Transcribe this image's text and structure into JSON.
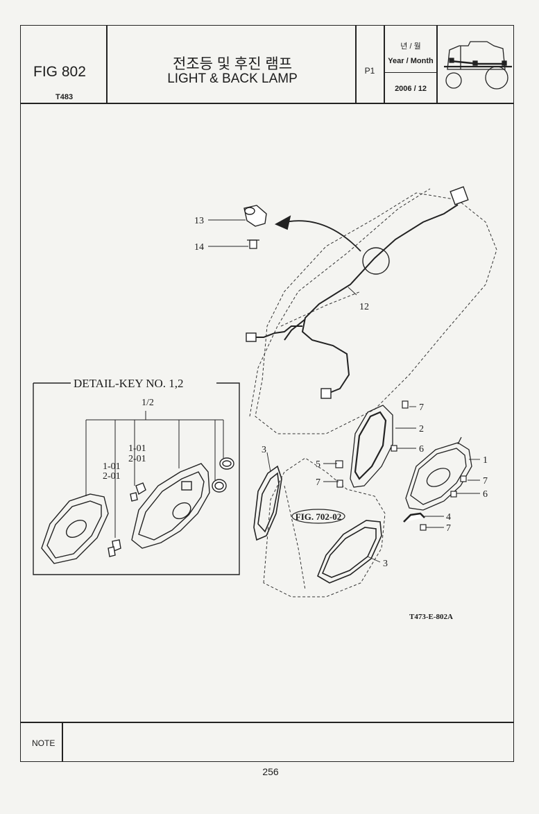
{
  "header": {
    "fig_number": "FIG 802",
    "model_code": "T483",
    "title_korean": "전조등 및 후진 램프",
    "title_english": "LIGHT & BACK LAMP",
    "page_code": "P1",
    "year_month_korean": "년 / 월",
    "year_month_english": "Year / Month",
    "year_month_value": "2006 / 12"
  },
  "diagram": {
    "detail_box_title": "DETAIL-KEY NO. 1,2",
    "detail_labels": [
      "1/2",
      "1-01",
      "2-01",
      "1-01",
      "2-01"
    ],
    "callouts": [
      "13",
      "14",
      "12",
      "3",
      "5",
      "7",
      "7",
      "2",
      "6",
      "1",
      "7",
      "6",
      "4",
      "7",
      "3"
    ],
    "figure_reference": "FIG. 702-02",
    "drawing_code": "T473-E-802A"
  },
  "footer": {
    "note_label": "NOTE",
    "page_number": "256"
  }
}
